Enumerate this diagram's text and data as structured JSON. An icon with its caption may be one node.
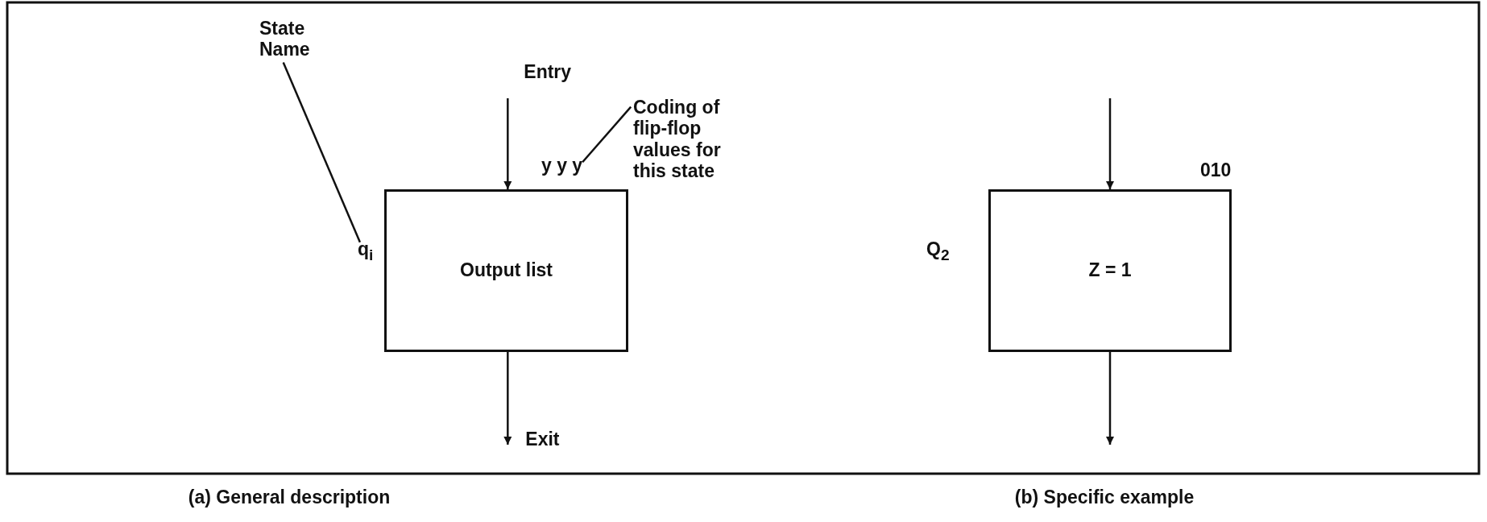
{
  "diagram": {
    "nodes": [
      {
        "text": [
          "State Name"
        ]
      },
      {
        "text": [
          "q$_{i}$"
        ]
      },
      {
        "text": [
          "Coding of flip-flop values for this state"
        ]
      },
      {
        "text": [
          "y y y"
        ]
      },
      {
        "text": [
          "Output list"
        ]
      },
      {
        "text": [
          "Z = 1"
        ],
        "beside": [
          "Q$_{2}$",
          "010"
        ]
      }
    ],
    "edges": [
      {
        "from": 0,
        "to": 1,
        "arrow": "none"
      },
      {
        "from": 2,
        "to": 3,
        "arrow": "none"
      },
      {
        "from": null,
        "to": 4,
        "arrow": "to",
        "label": "Entry"
      },
      {
        "from": 4,
        "to": null,
        "arrow": "to",
        "label": "Exit"
      },
      {
        "from": null,
        "to": 5,
        "arrow": "to"
      },
      {
        "from": 5,
        "to": null,
        "arrow": "to"
      }
    ],
    "labels": [
      "(a) General description",
      "(b) Specific example"
    ]
  }
}
